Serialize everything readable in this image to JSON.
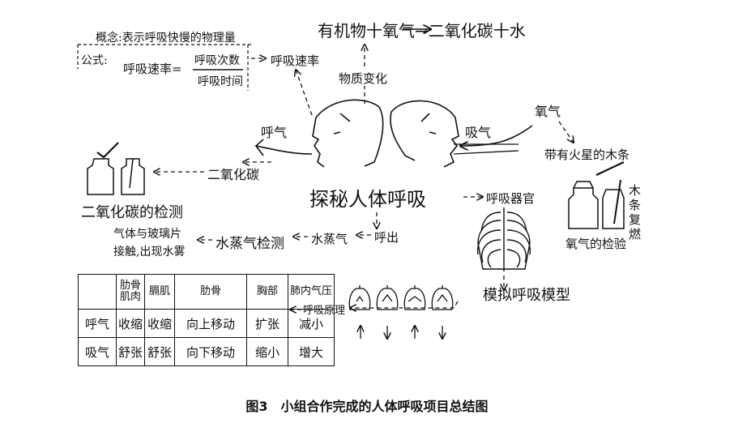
{
  "concept": {
    "label": "概念:表示呼吸快慢的物理量",
    "formula_label": "公式:",
    "lhs": "呼吸速率=",
    "numerator": "呼吸次数",
    "denominator": "呼吸时间",
    "result": "呼吸速率"
  },
  "equation": "有机物十氧气→二氧化碳十水",
  "material_change": "物质变化",
  "exhale": "呼气",
  "inhale": "吸气",
  "oxygen": "氧气",
  "glowing_stick": "带有火星的木条",
  "co2": "二氧化碳",
  "co2_test": "二氧化碳的检测",
  "center_title": "探秘人体呼吸",
  "respiratory_organ": "呼吸器官",
  "exhale_out": "呼出",
  "water_vapor": "水蒸气",
  "water_vapor_test": "水蒸气检测",
  "glass_result_1": "气体与玻璃片",
  "glass_result_2": "接触,出现水雾",
  "stick_relight": "木条复燃",
  "oxygen_test": "氧气的检验",
  "model": "模拟呼吸模型",
  "principle": "呼吸原理",
  "table": {
    "headers": [
      "",
      "肋骨肌肉",
      "膈肌",
      "肋骨",
      "胸部",
      "肺内气压"
    ],
    "rows": [
      [
        "呼气",
        "收缩",
        "收缩",
        "向上移动",
        "扩张",
        "减小"
      ],
      [
        "吸气",
        "舒张",
        "舒张",
        "向下移动",
        "缩小",
        "增大"
      ]
    ]
  },
  "caption": "图3　小组合作完成的人体呼吸项目总结图"
}
